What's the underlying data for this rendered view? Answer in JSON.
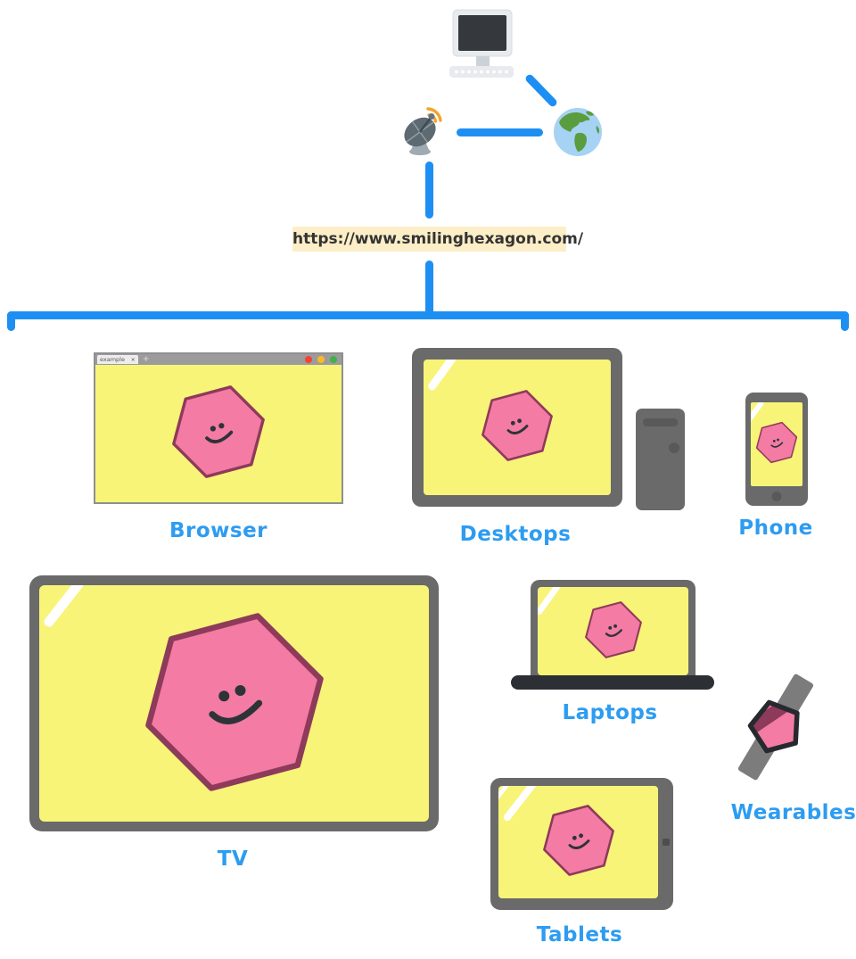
{
  "colors": {
    "accent-blue": "#1e8ff2",
    "label-blue": "#2d9cf1",
    "screen-yellow": "#f7f478",
    "hex-pink": "#f37ba4",
    "hex-border": "#8e3a5a",
    "face-ink": "#2e3338",
    "frame-gray": "#6a6a6a",
    "laptop-base": "#2c3034",
    "url-box-bg": "#fceec6",
    "url-text": "#333333",
    "browser-bar": "#9b9b9b",
    "traffic-red": "#f44336",
    "traffic-yellow": "#fdb924",
    "traffic-green": "#43b14b"
  },
  "network": {
    "url": "https://www.smilinghexagon.com/"
  },
  "devices": {
    "browser": {
      "label": "Browser",
      "tab_title": "example",
      "tab_close_glyph": "×",
      "new_tab_glyph": "+"
    },
    "desktops": {
      "label": "Desktops"
    },
    "phone": {
      "label": "Phone"
    },
    "tv": {
      "label": "TV"
    },
    "laptops": {
      "label": "Laptops"
    },
    "wearables": {
      "label": "Wearables"
    },
    "tablets": {
      "label": "Tablets"
    }
  }
}
